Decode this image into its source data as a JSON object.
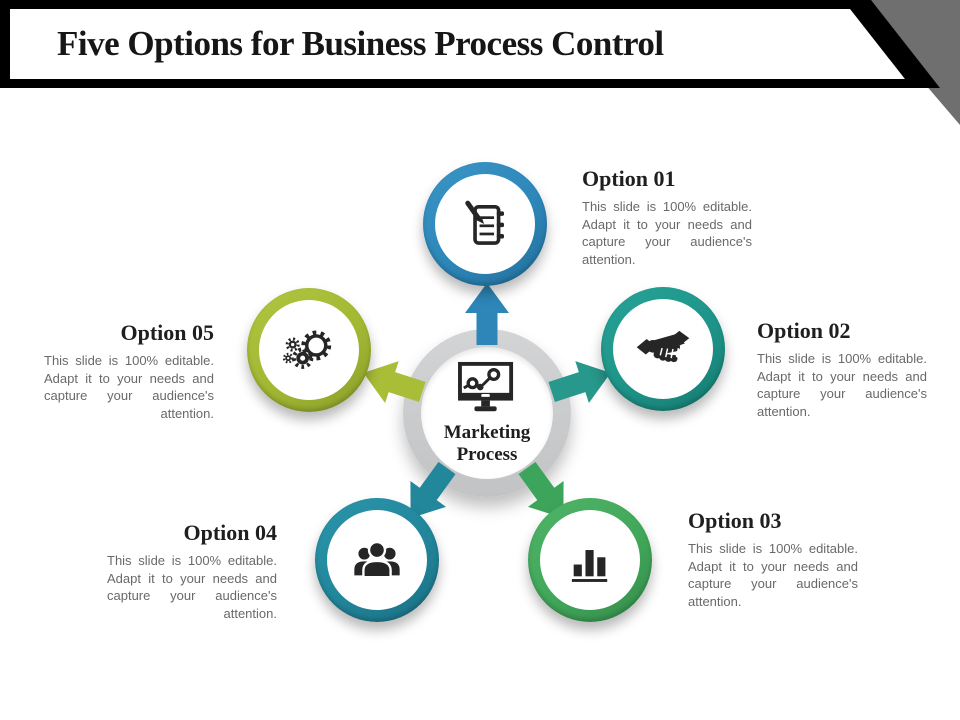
{
  "slide": {
    "title": "Five Options for Business Process Control",
    "hub": {
      "line1": "Marketing",
      "line2": "Process",
      "icon": "monitor-line-chart-icon",
      "ring_color": "#c9cacb"
    },
    "options": [
      {
        "label": "Option 01",
        "body": "This slide is 100% editable. Adapt it to your needs and capture your audience's attention.",
        "accent": "#2d87b9",
        "icon": "notebook-pen-icon",
        "position": "top"
      },
      {
        "label": "Option 02",
        "body": "This slide is 100% editable. Adapt it to your needs and capture your audience's attention.",
        "accent": "#1e9489",
        "icon": "handshake-icon",
        "position": "right"
      },
      {
        "label": "Option 03",
        "body": "This slide is 100% editable. Adapt it to your needs and capture your audience's attention.",
        "accent": "#41a75a",
        "icon": "bar-chart-icon",
        "position": "bottom-right"
      },
      {
        "label": "Option 04",
        "body": "This slide is 100% editable. Adapt it to your needs and capture your audience's attention.",
        "accent": "#22869b",
        "icon": "team-icon",
        "position": "bottom-left"
      },
      {
        "label": "Option 05",
        "body": "This slide is 100% editable. Adapt it to your needs and capture your audience's attention.",
        "accent": "#a2b833",
        "icon": "gears-icon",
        "position": "left"
      }
    ],
    "decor": {
      "banner_bar_color": "#000000",
      "corner_triangle_color": "#6f6f6f",
      "title_color": "#161616",
      "body_text_color": "#696969",
      "arrow_colors": [
        "#2e86b8",
        "#27988b",
        "#3da45c",
        "#23879b",
        "#a9bd37"
      ]
    }
  }
}
